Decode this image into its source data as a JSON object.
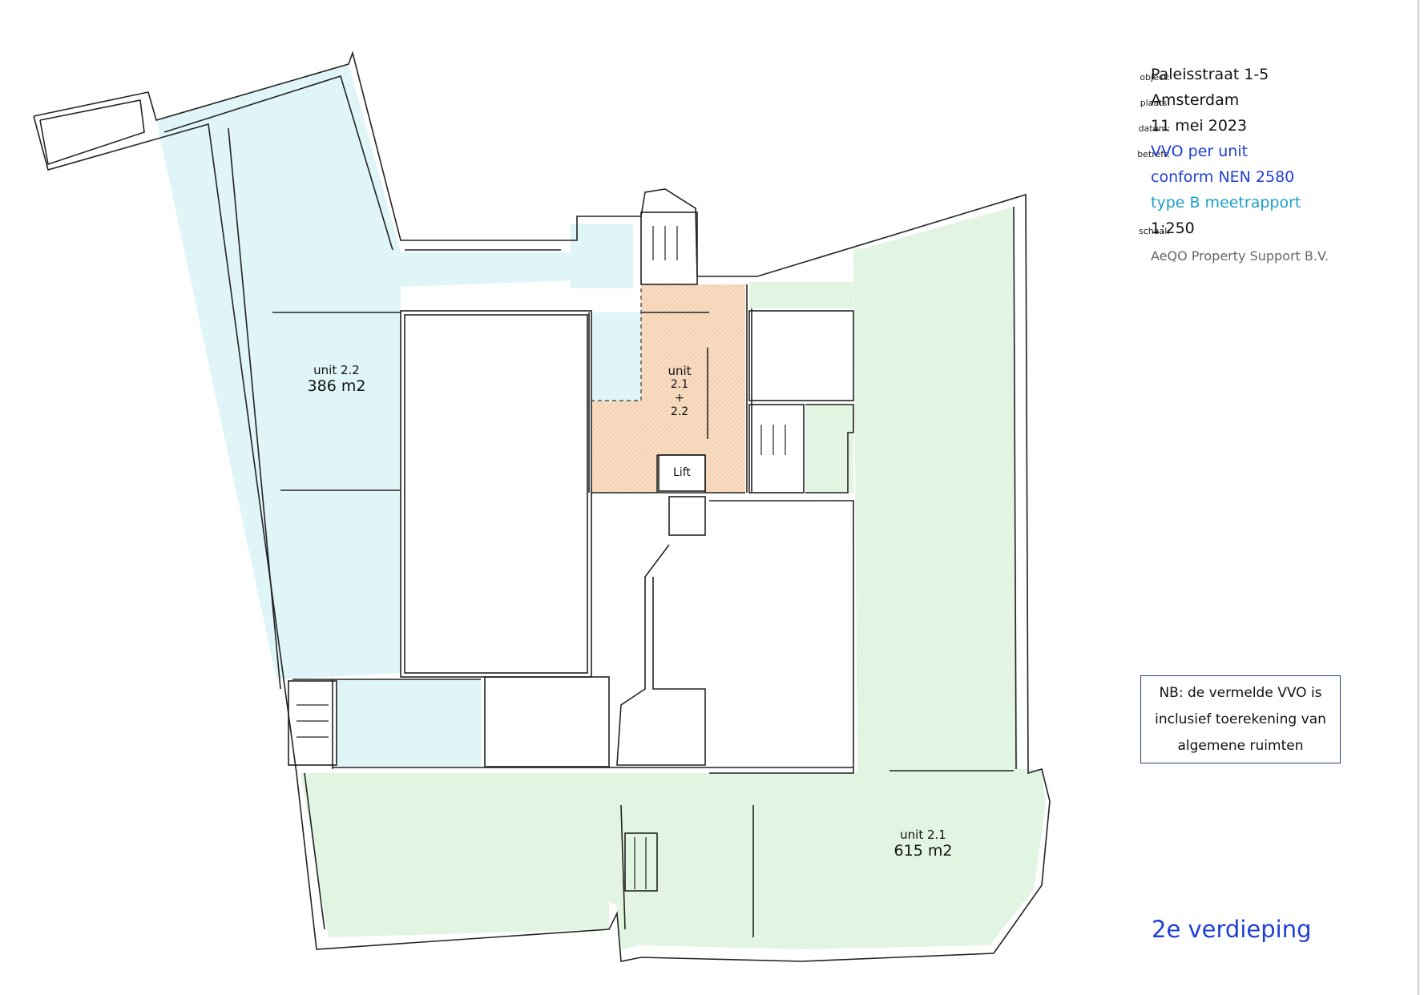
{
  "info": {
    "object_label": "object:",
    "object_value": "Paleisstraat 1-5",
    "plaats_label": "plaats:",
    "plaats_value": "Amsterdam",
    "datum_label": "datum:",
    "datum_value": "11 mei 2023",
    "betreft_label": "betreft:",
    "betreft_line1": "VVO per unit",
    "betreft_line2": "conform NEN 2580",
    "betreft_line3": "type B meetrapport",
    "schaal_label": "schaal:",
    "schaal_value": "1:250",
    "company": "AeQO Property Support B.V."
  },
  "note": "NB: de vermelde VVO is inclusief toerekening van algemene ruimten",
  "floor": "2e verdieping",
  "units": {
    "unit_22_name": "unit 2.2",
    "unit_22_area": "386 m2",
    "unit_21_name": "unit 2.1",
    "unit_21_area": "615 m2",
    "shared_line1": "unit",
    "shared_line2": "2.1",
    "shared_line3": "+",
    "shared_line4": "2.2",
    "lift": "Lift"
  },
  "colors": {
    "unit_22_fill": "#e0f5f7",
    "unit_21_fill": "#e2f5e3",
    "shared_fill": "#f8dcc2",
    "wall": "#222222",
    "title_blue": "#1f3fd6",
    "title_cyan": "#1e9ec9"
  }
}
